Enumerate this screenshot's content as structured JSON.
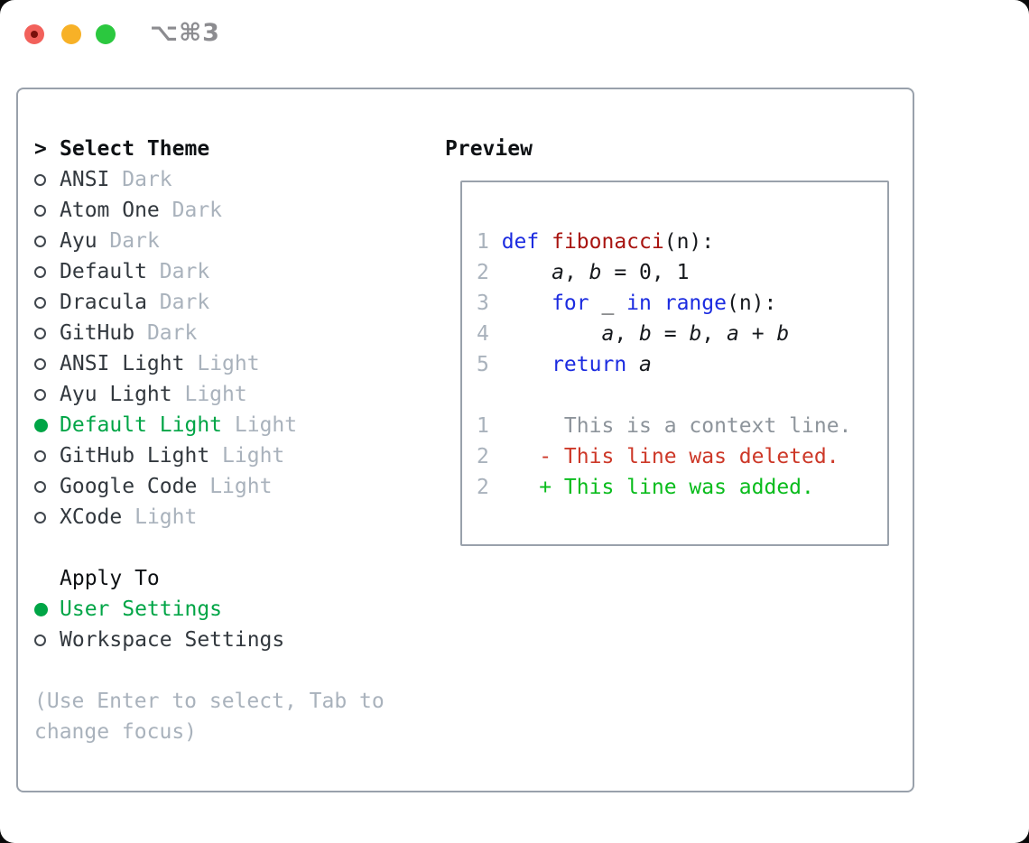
{
  "window": {
    "title": "⌥⌘3",
    "traffic_lights": {
      "close": "close",
      "minimize": "minimize",
      "zoom": "zoom"
    }
  },
  "theme_panel": {
    "header_prefix": ">",
    "header": "Select Theme",
    "themes": [
      {
        "name": "ANSI",
        "variant": "Dark",
        "selected": false
      },
      {
        "name": "Atom One",
        "variant": "Dark",
        "selected": false
      },
      {
        "name": "Ayu",
        "variant": "Dark",
        "selected": false
      },
      {
        "name": "Default",
        "variant": "Dark",
        "selected": false
      },
      {
        "name": "Dracula",
        "variant": "Dark",
        "selected": false
      },
      {
        "name": "GitHub",
        "variant": "Dark",
        "selected": false
      },
      {
        "name": "ANSI Light",
        "variant": "Light",
        "selected": false
      },
      {
        "name": "Ayu Light",
        "variant": "Light",
        "selected": false
      },
      {
        "name": "Default Light",
        "variant": "Light",
        "selected": true
      },
      {
        "name": "GitHub Light",
        "variant": "Light",
        "selected": false
      },
      {
        "name": "Google Code",
        "variant": "Light",
        "selected": false
      },
      {
        "name": "XCode",
        "variant": "Light",
        "selected": false
      }
    ],
    "apply_to": {
      "header": "Apply To",
      "options": [
        {
          "label": "User Settings",
          "selected": true
        },
        {
          "label": "Workspace Settings",
          "selected": false
        }
      ]
    },
    "help_lines": [
      "(Use Enter to select, Tab to",
      "change focus)"
    ]
  },
  "preview": {
    "header": "Preview",
    "code_lines": [
      {
        "num": "1",
        "tokens": [
          [
            "kw",
            "def"
          ],
          [
            "pl",
            " "
          ],
          [
            "fn",
            "fibonacci"
          ],
          [
            "pl",
            "(n):"
          ]
        ]
      },
      {
        "num": "2",
        "tokens": [
          [
            "pl",
            "    "
          ],
          [
            "var",
            "a"
          ],
          [
            "pl",
            ", "
          ],
          [
            "var",
            "b"
          ],
          [
            "pl",
            " = 0, 1"
          ]
        ]
      },
      {
        "num": "3",
        "tokens": [
          [
            "pl",
            "    "
          ],
          [
            "kw",
            "for"
          ],
          [
            "pl",
            " _ "
          ],
          [
            "kw",
            "in"
          ],
          [
            "pl",
            " "
          ],
          [
            "kw",
            "range"
          ],
          [
            "pl",
            "(n):"
          ]
        ]
      },
      {
        "num": "4",
        "tokens": [
          [
            "pl",
            "        "
          ],
          [
            "var",
            "a"
          ],
          [
            "pl",
            ", "
          ],
          [
            "var",
            "b"
          ],
          [
            "pl",
            " = "
          ],
          [
            "var",
            "b"
          ],
          [
            "pl",
            ", "
          ],
          [
            "var",
            "a"
          ],
          [
            "pl",
            " + "
          ],
          [
            "var",
            "b"
          ]
        ]
      },
      {
        "num": "5",
        "tokens": [
          [
            "pl",
            "    "
          ],
          [
            "kw",
            "return"
          ],
          [
            "pl",
            " "
          ],
          [
            "var",
            "a"
          ]
        ]
      }
    ],
    "diff_lines": [
      {
        "num": "1",
        "tokens": [
          [
            "ctx",
            "     This is a context line."
          ]
        ]
      },
      {
        "num": "2",
        "tokens": [
          [
            "del",
            "   - This line was deleted."
          ]
        ]
      },
      {
        "num": "2",
        "tokens": [
          [
            "add",
            "   + This line was added."
          ]
        ]
      }
    ]
  },
  "colors": {
    "selection_green": "#00a546",
    "added_green": "#09bc1c",
    "deleted_red": "#cd3828",
    "keyword_blue": "#1b2be0",
    "function_red": "#a81410",
    "muted_gray": "#a9b2bc",
    "border_gray": "#99a1ab"
  }
}
